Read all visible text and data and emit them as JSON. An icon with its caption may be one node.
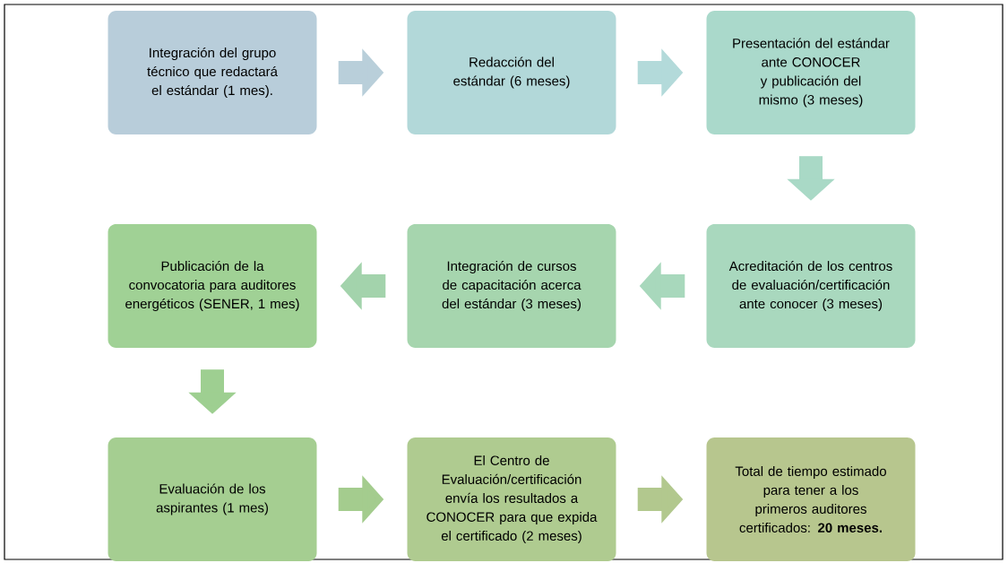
{
  "diagram": {
    "nodes": [
      {
        "text": [
          "Integración del grupo técnico que redactará el estándar (1 mes)."
        ]
      },
      {
        "text": [
          "Redacción del estándar (6 meses)"
        ]
      },
      {
        "text": [
          "Presentación del estándar ante CONOCER y publicación del mismo (3 meses)"
        ]
      },
      {
        "text": [
          "Publicación de la convocatoria para auditores energéticos (SENER, 1 mes)"
        ]
      },
      {
        "text": [
          "Integración de cursos de capacitación acerca del estándar (3 meses)"
        ]
      },
      {
        "text": [
          "Acreditación de los centros de evaluación/certificación ante conocer (3 meses)"
        ]
      },
      {
        "text": [
          "Evaluación de los aspirantes (1 mes)"
        ]
      },
      {
        "text": [
          "El Centro de Evaluación/certificación envía los resultados a CONOCER para que expida el certificado (2 meses)"
        ]
      },
      {
        "text": [
          "Total de tiempo estimado para tener a los primeros auditores certificados: **20 meses.**"
        ]
      }
    ],
    "edges": [
      {
        "from": 0,
        "to": 1,
        "arrow": "to",
        "color": "#b9cfda"
      },
      {
        "from": 1,
        "to": 2,
        "arrow": "to",
        "color": "#b3dada"
      },
      {
        "from": 2,
        "to": 5,
        "arrow": "to",
        "color": "#a9d9c6"
      },
      {
        "from": 5,
        "to": 4,
        "arrow": "to",
        "color": "#a8d8bc"
      },
      {
        "from": 4,
        "to": 3,
        "arrow": "to",
        "color": "#a3d3ac"
      },
      {
        "from": 3,
        "to": 6,
        "arrow": "to",
        "color": "#9ecf91"
      },
      {
        "from": 6,
        "to": 7,
        "arrow": "to",
        "color": "#a4cc8e"
      },
      {
        "from": 7,
        "to": 8,
        "arrow": "to",
        "color": "#b2c88e"
      }
    ]
  }
}
